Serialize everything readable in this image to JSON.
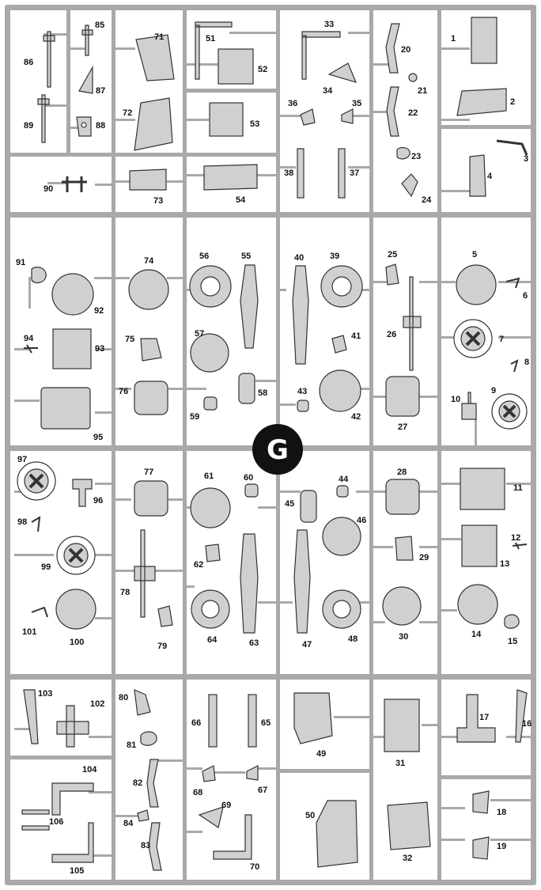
{
  "sprue": {
    "letter": "G",
    "frame_color": "#a9a9a9",
    "part_fill": "#d0d0d0",
    "part_stroke": "#333333"
  },
  "labels": {
    "p1": "1",
    "p2": "2",
    "p3": "3",
    "p4": "4",
    "p5": "5",
    "p6": "6",
    "p7": "7",
    "p8": "8",
    "p9": "9",
    "p10": "10",
    "p11": "11",
    "p12": "12",
    "p13": "13",
    "p14": "14",
    "p15": "15",
    "p16": "16",
    "p17": "17",
    "p18": "18",
    "p19": "19",
    "p20": "20",
    "p21": "21",
    "p22": "22",
    "p23": "23",
    "p24": "24",
    "p25": "25",
    "p26": "26",
    "p27": "27",
    "p28": "28",
    "p29": "29",
    "p30": "30",
    "p31": "31",
    "p32": "32",
    "p33": "33",
    "p34": "34",
    "p35": "35",
    "p36": "36",
    "p37": "37",
    "p38": "38",
    "p39": "39",
    "p40": "40",
    "p41": "41",
    "p42": "42",
    "p43": "43",
    "p44": "44",
    "p45": "45",
    "p46": "46",
    "p47": "47",
    "p48": "48",
    "p49": "49",
    "p50": "50",
    "p51": "51",
    "p52": "52",
    "p53": "53",
    "p54": "54",
    "p55": "55",
    "p56": "56",
    "p57": "57",
    "p58": "58",
    "p59": "59",
    "p60": "60",
    "p61": "61",
    "p62": "62",
    "p63": "63",
    "p64": "64",
    "p65": "65",
    "p66": "66",
    "p67": "67",
    "p68": "68",
    "p69": "69",
    "p70": "70",
    "p71": "71",
    "p72": "72",
    "p73": "73",
    "p74": "74",
    "p75": "75",
    "p76": "76",
    "p77": "77",
    "p78": "78",
    "p79": "79",
    "p80": "80",
    "p81": "81",
    "p82": "82",
    "p83": "83",
    "p84": "84",
    "p85": "85",
    "p86": "86",
    "p87": "87",
    "p88": "88",
    "p89": "89",
    "p90": "90",
    "p91": "91",
    "p92": "92",
    "p93": "93",
    "p94": "94",
    "p95": "95",
    "p96": "96",
    "p97": "97",
    "p98": "98",
    "p99": "99",
    "p100": "100",
    "p101": "101",
    "p102": "102",
    "p103": "103",
    "p104": "104",
    "p105": "105",
    "p106": "106"
  }
}
